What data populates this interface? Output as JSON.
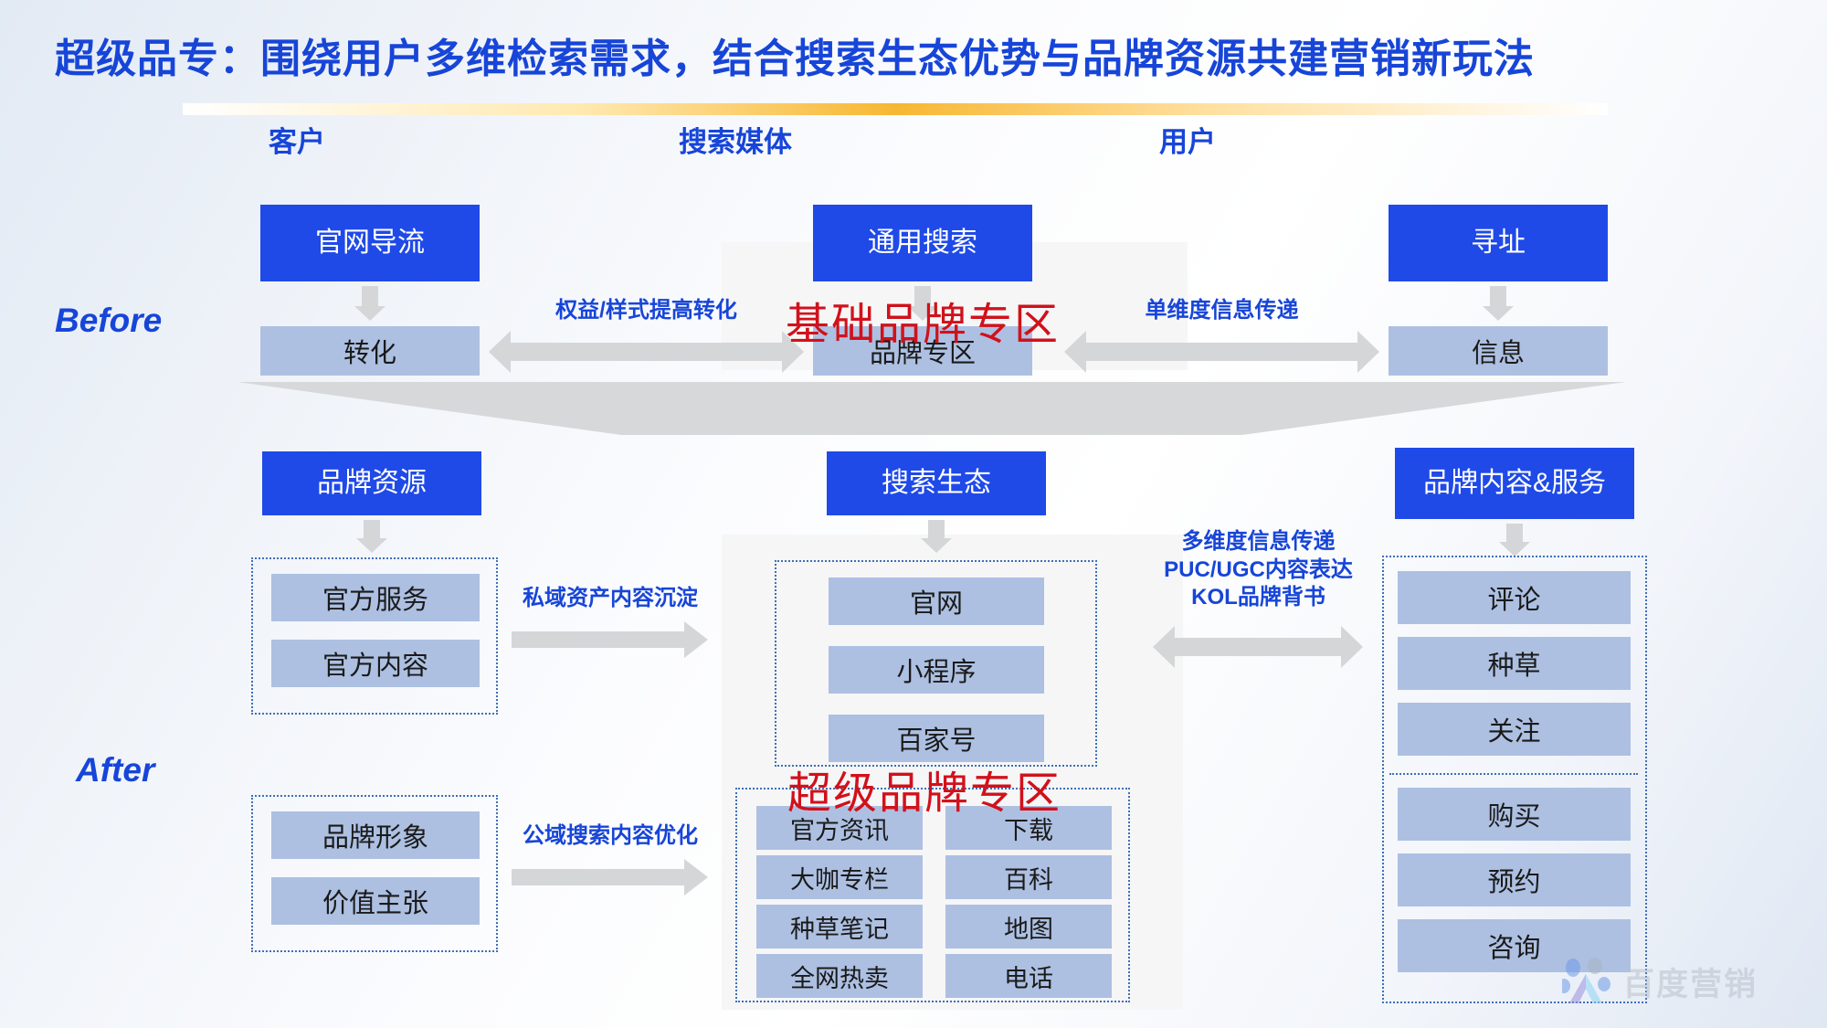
{
  "title": "超级品专：围绕用户多维检索需求，结合搜索生态优势与品牌资源共建营销新玩法",
  "columns": {
    "customer": "客户",
    "media": "搜索媒体",
    "user": "用户"
  },
  "stages": {
    "before": "Before",
    "after": "After"
  },
  "before": {
    "left": {
      "top": "官网导流",
      "bottom": "转化"
    },
    "center": {
      "top": "通用搜索",
      "bottom": "品牌专区"
    },
    "right": {
      "top": "寻址",
      "bottom": "信息"
    },
    "arrow_left_label": "权益/样式提高转化",
    "arrow_right_label": "单维度信息传递",
    "red_note": "基础品牌专区"
  },
  "after": {
    "left": {
      "header": "品牌资源",
      "group1": [
        "官方服务",
        "官方内容"
      ],
      "group2": [
        "品牌形象",
        "价值主张"
      ],
      "arrow1_label": "私域资产内容沉淀",
      "arrow2_label": "公域搜索内容优化"
    },
    "center": {
      "header": "搜索生态",
      "eco": [
        "官网",
        "小程序",
        "百家号"
      ],
      "zone_left": [
        "官方资讯",
        "大咖专栏",
        "种草笔记",
        "全网热卖"
      ],
      "zone_right": [
        "下载",
        "百科",
        "地图",
        "电话"
      ],
      "red_note": "超级品牌专区"
    },
    "right": {
      "header": "品牌内容&服务",
      "group1": [
        "评论",
        "种草",
        "关注"
      ],
      "group2": [
        "购买",
        "预约",
        "咨询"
      ],
      "arrow_label_lines": [
        "多维度信息传递",
        "PUC/UGC内容表达",
        "KOL品牌背书"
      ]
    }
  },
  "logo": {
    "text": "百度营销",
    "icon": "baidu-paw-icon"
  },
  "colors": {
    "brand_blue": "#1745d8",
    "box_blue": "#1f4ae8",
    "box_light": "#adc0e2",
    "arrow_grey": "#d4d6d8",
    "accent_red": "#d1111b",
    "dotted_border": "#3f6fb5"
  }
}
